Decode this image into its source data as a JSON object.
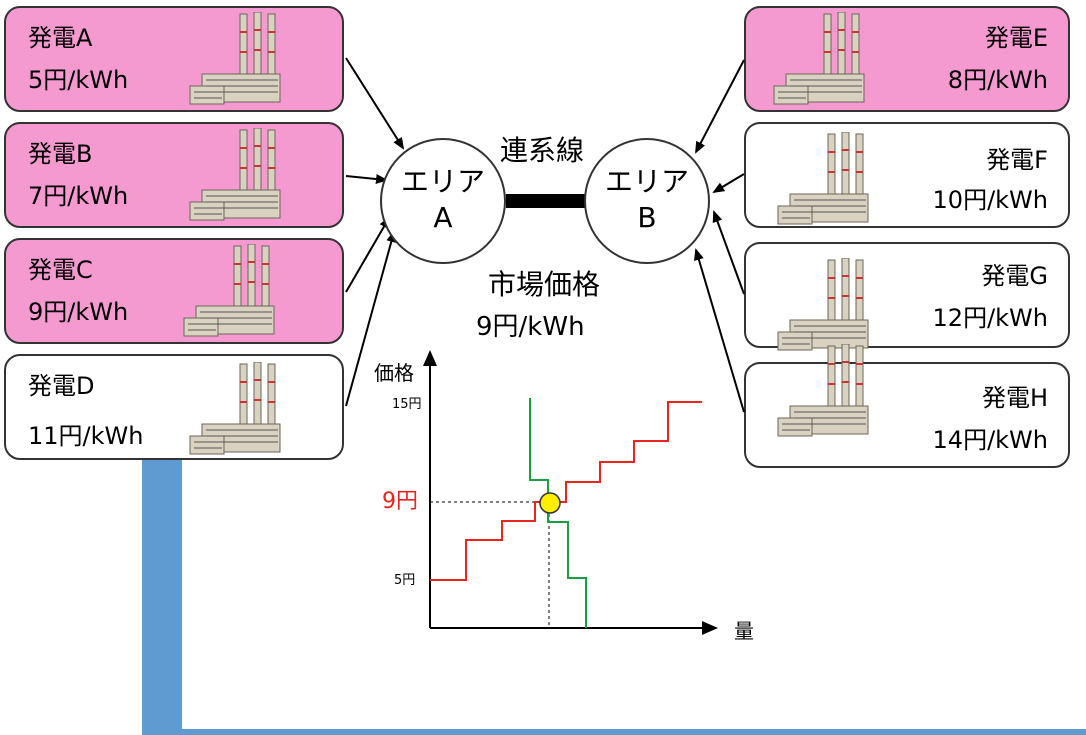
{
  "plants": [
    {
      "id": "A",
      "name": "発電A",
      "price": "5円/kWh",
      "dispatched": true
    },
    {
      "id": "B",
      "name": "発電B",
      "price": "7円/kWh",
      "dispatched": true
    },
    {
      "id": "C",
      "name": "発電C",
      "price": "9円/kWh",
      "dispatched": true
    },
    {
      "id": "D",
      "name": "発電D",
      "price": "11円/kWh",
      "dispatched": false
    },
    {
      "id": "E",
      "name": "発電E",
      "price": "8円/kWh",
      "dispatched": true
    },
    {
      "id": "F",
      "name": "発電F",
      "price": "10円/kWh",
      "dispatched": false
    },
    {
      "id": "G",
      "name": "発電G",
      "price": "12円/kWh",
      "dispatched": false
    },
    {
      "id": "H",
      "name": "発電H",
      "price": "14円/kWh",
      "dispatched": false
    }
  ],
  "areas": {
    "a": {
      "line1": "エリア",
      "line2": "A"
    },
    "b": {
      "line1": "エリア",
      "line2": "B"
    }
  },
  "interconnector_label": "連系線",
  "market_price": {
    "title": "市場価格",
    "value": "9円/kWh"
  },
  "graph": {
    "y_axis_label": "価格",
    "x_axis_label": "量",
    "tick_15": "15円",
    "tick_5": "5円",
    "clearing_label": "9円"
  },
  "colors": {
    "dispatched_fill": "#f49ad0",
    "supply_curve": "#e8251e",
    "demand_curve": "#1aa040",
    "clearing_point": "#ffee00",
    "blue_bar": "#5f9bd1",
    "clearing_text": "#e8251e"
  }
}
